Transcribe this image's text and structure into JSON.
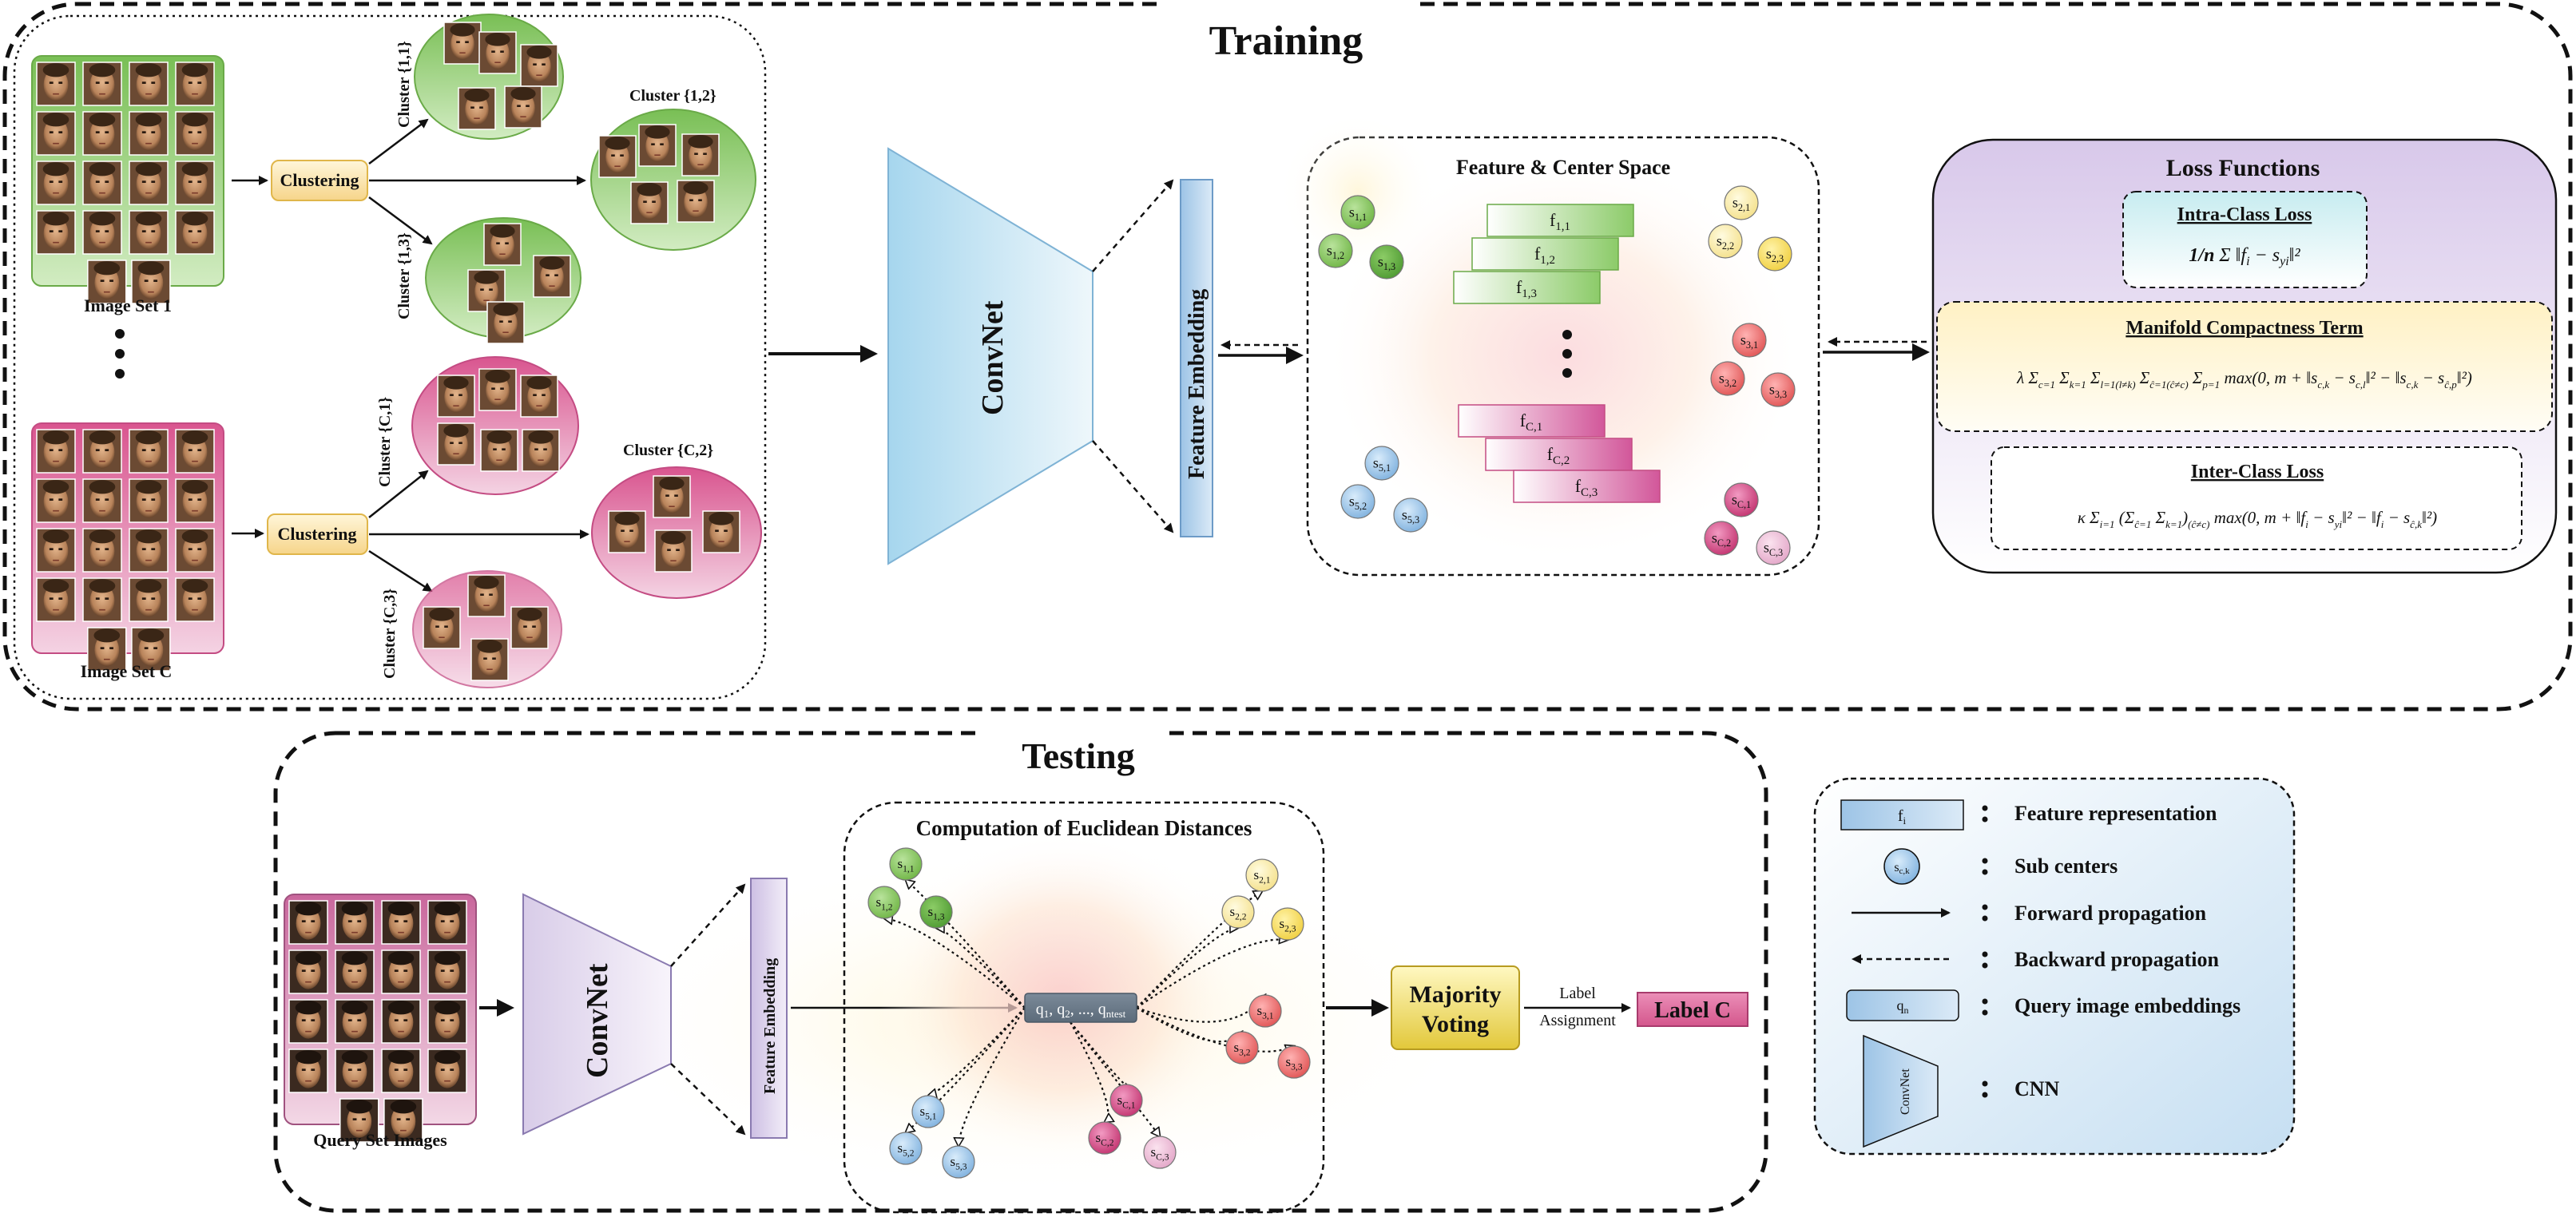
{
  "training": {
    "title": "Training",
    "image_set_1": "Image Set 1",
    "image_set_c": "Image Set C",
    "clustering": "Clustering",
    "cluster_11": "Cluster {1,1}",
    "cluster_12": "Cluster {1,2}",
    "cluster_13": "Cluster {1,3}",
    "cluster_c1": "Cluster {C,1}",
    "cluster_c2": "Cluster {C,2}",
    "cluster_c3": "Cluster {C,3}",
    "convnet": "ConvNet",
    "feature_embedding": "Feature Embedding",
    "feature_space_title": "Feature & Center Space",
    "features": [
      "f1,1",
      "f1,2",
      "f1,3",
      "fC,1",
      "fC,2",
      "fC,3"
    ],
    "loss_title": "Loss Functions",
    "intra_title": "Intra-Class Loss",
    "intra_formula": "(1/n) Σi=1..n ||fi − syi||²",
    "manifold_title": "Manifold Compactness Term",
    "manifold_formula": "λ Σc=1..C Σk=1..K Σl=1(l≠k)..K Σĉ=1(ĉ≠c)..C Σp=1..K max(0, m + ||sc,k − sc,l||² − ||sc,k − sĉ,p||²)",
    "inter_title": "Inter-Class Loss",
    "inter_formula": "κ Σi=1..n (Σĉ=1..C Σk=1..K)(ĉ≠c) max(0, m + ||fi − syi||² − ||fi − sĉ,k||²)"
  },
  "testing": {
    "title": "Testing",
    "query_images": "Query Set Images",
    "convnet": "ConvNet",
    "feature_embedding": "Feature Embedding",
    "distances_title": "Computation of Euclidean Distances",
    "query_label": "q1, q2, ..., qntest",
    "majority_voting": [
      "Majority",
      "Voting"
    ],
    "label_assignment": [
      "Label",
      "Assignment"
    ],
    "label_c": "Label C"
  },
  "legend": {
    "items": [
      {
        "symbol": "fi",
        "label": "Feature representation"
      },
      {
        "symbol": "sc,k",
        "label": "Sub centers"
      },
      {
        "symbol": "",
        "label": "Forward propagation"
      },
      {
        "symbol": "",
        "label": "Backward propagation"
      },
      {
        "symbol": "qn",
        "label": "Query image embeddings"
      },
      {
        "symbol": "ConvNet",
        "label": "CNN"
      }
    ]
  },
  "colors": {
    "green": "#8dc66c",
    "pink": "#d95d93",
    "blue_convnet": "#a8d8ef",
    "loss_bg": "#ddd0ec",
    "voting": "#e9d64a",
    "label_c": "#d45a8e"
  }
}
